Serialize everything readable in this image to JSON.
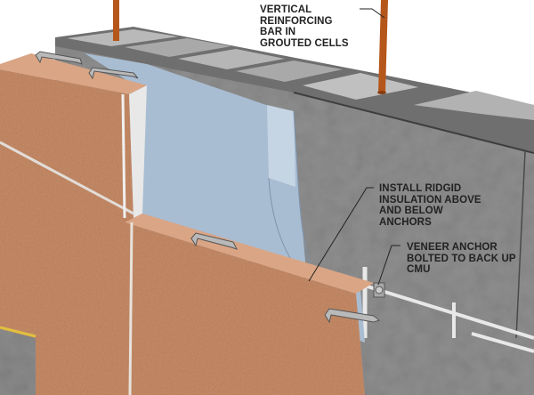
{
  "labels": {
    "rebar": "VERTICAL\nREINFORCING\nBAR IN\nGROUTED CELLS",
    "insulation": "INSTALL RIDGID\nINSULATION ABOVE\nAND BELOW\nANCHORS",
    "anchor": "VENEER ANCHOR\nBOLTED TO BACK UP\nCMU"
  },
  "colors": {
    "cmu": "#8e8e8e",
    "cmu_top": "#b4b4b4",
    "insulation": "#a9bdd2",
    "brick": "#c58a66",
    "rebar": "#b5561b",
    "concrete": "#8a8a8a"
  }
}
